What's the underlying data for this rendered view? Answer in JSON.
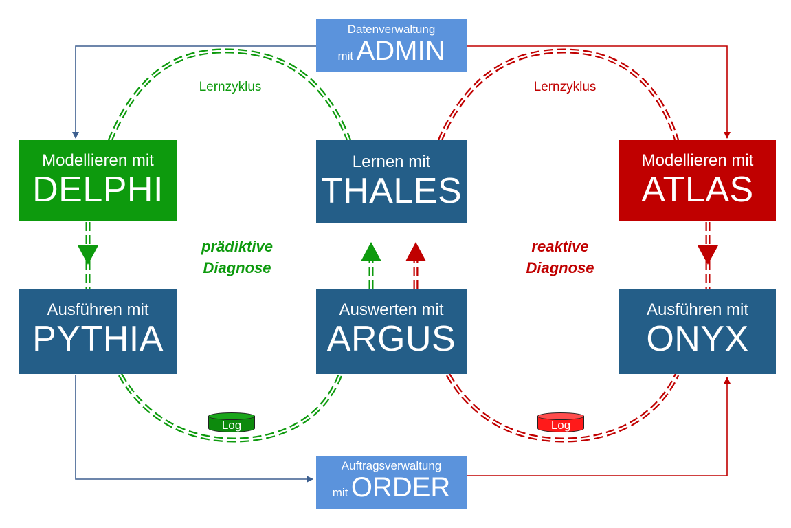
{
  "colors": {
    "green": "#0d9a0d",
    "red": "#c00000",
    "blue": "#245e88",
    "light_blue": "#5b93dc",
    "navy_line": "#3d5f8f",
    "log_green": "#0d8a0d",
    "log_red": "#ff1a1a"
  },
  "boxes": {
    "delphi": {
      "small": "Modellieren mit",
      "big": "DELPHI"
    },
    "thales": {
      "small": "Lernen mit",
      "big": "THALES"
    },
    "atlas": {
      "small": "Modellieren mit",
      "big": "ATLAS"
    },
    "pythia": {
      "small": "Ausführen mit",
      "big": "PYTHIA"
    },
    "argus": {
      "small": "Auswerten mit",
      "big": "ARGUS"
    },
    "onyx": {
      "small": "Ausführen mit",
      "big": "ONYX"
    }
  },
  "admin": {
    "top": "Datenverwaltung",
    "mit": "mit",
    "name": "ADMIN"
  },
  "order": {
    "top": "Auftragsverwaltung",
    "mit": "mit",
    "name": "ORDER"
  },
  "labels": {
    "lernzyklus_left": "Lernzyklus",
    "lernzyklus_right": "Lernzyklus",
    "diag_left_1": "prädiktive",
    "diag_left_2": "Diagnose",
    "diag_right_1": "reaktive",
    "diag_right_2": "Diagnose",
    "log_left": "Log",
    "log_right": "Log"
  }
}
